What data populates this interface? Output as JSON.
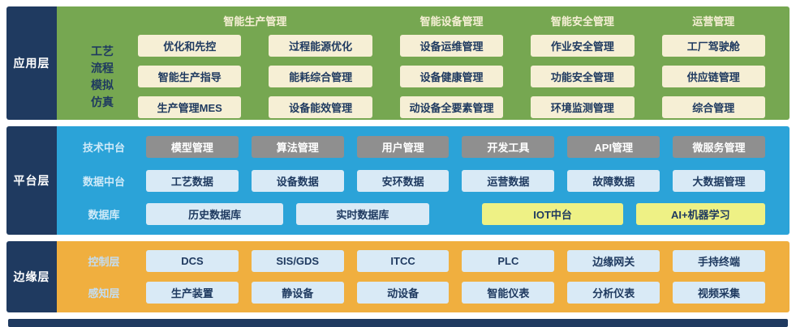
{
  "layers": {
    "app": {
      "label": "应用层",
      "headers": [
        {
          "text": "智能生产管理",
          "span": 2
        },
        {
          "text": "智能设备管理",
          "span": 1
        },
        {
          "text": "智能安全管理",
          "span": 1
        },
        {
          "text": "运营管理",
          "span": 1
        }
      ],
      "side_label_lines": [
        "工艺",
        "流程",
        "模拟",
        "仿真"
      ],
      "rows": [
        [
          "优化和先控",
          "过程能源优化",
          "设备运维管理",
          "作业安全管理",
          "工厂驾驶舱"
        ],
        [
          "智能生产指导",
          "能耗综合管理",
          "设备健康管理",
          "功能安全管理",
          "供应链管理"
        ],
        [
          "生产管理MES",
          "设备能效管理",
          "动设备全要素管理",
          "环境监测管理",
          "综合管理"
        ]
      ]
    },
    "platform": {
      "label": "平台层",
      "rows": [
        {
          "label": "技术中台",
          "items": [
            {
              "text": "模型管理",
              "style": "gray",
              "flex": 1
            },
            {
              "text": "算法管理",
              "style": "gray",
              "flex": 1
            },
            {
              "text": "用户管理",
              "style": "gray",
              "flex": 1
            },
            {
              "text": "开发工具",
              "style": "gray",
              "flex": 1
            },
            {
              "text": "API管理",
              "style": "gray",
              "flex": 1
            },
            {
              "text": "微服务管理",
              "style": "gray",
              "flex": 1
            }
          ]
        },
        {
          "label": "数据中台",
          "items": [
            {
              "text": "工艺数据",
              "style": "light",
              "flex": 1
            },
            {
              "text": "设备数据",
              "style": "light",
              "flex": 1
            },
            {
              "text": "安环数据",
              "style": "light",
              "flex": 1
            },
            {
              "text": "运营数据",
              "style": "light",
              "flex": 1
            },
            {
              "text": "故障数据",
              "style": "light",
              "flex": 1
            },
            {
              "text": "大数据管理",
              "style": "light",
              "flex": 1
            }
          ]
        },
        {
          "label": "数据库",
          "items": [
            {
              "text": "历史数据库",
              "style": "light",
              "flex": 1.7
            },
            {
              "text": "实时数据库",
              "style": "light",
              "flex": 1.64
            },
            {
              "spacer": true,
              "flex": 0.34
            },
            {
              "text": "IOT中台",
              "style": "yellow",
              "flex": 1.74
            },
            {
              "text": "AI+机器学习",
              "style": "yellow",
              "flex": 1.6
            }
          ]
        }
      ]
    },
    "edge": {
      "label": "边缘层",
      "rows": [
        {
          "label": "控制层",
          "items": [
            {
              "text": "DCS",
              "style": "light",
              "flex": 1
            },
            {
              "text": "SIS/GDS",
              "style": "light",
              "flex": 1
            },
            {
              "text": "ITCC",
              "style": "light",
              "flex": 1
            },
            {
              "text": "PLC",
              "style": "light",
              "flex": 1
            },
            {
              "text": "边缘网关",
              "style": "light",
              "flex": 1
            },
            {
              "text": "手持终端",
              "style": "light",
              "flex": 1
            }
          ]
        },
        {
          "label": "感知层",
          "items": [
            {
              "text": "生产装置",
              "style": "light",
              "flex": 1
            },
            {
              "text": "静设备",
              "style": "light",
              "flex": 1
            },
            {
              "text": "动设备",
              "style": "light",
              "flex": 1
            },
            {
              "text": "智能仪表",
              "style": "light",
              "flex": 1
            },
            {
              "text": "分析仪表",
              "style": "light",
              "flex": 1
            },
            {
              "text": "视频采集",
              "style": "light",
              "flex": 1
            }
          ]
        }
      ]
    }
  },
  "colors": {
    "navy": "#1f3a60",
    "green": "#76a751",
    "blue": "#2ba3d8",
    "orange": "#f0af3f",
    "cream_box": "#f6efd5",
    "gray_box": "#8f8f8f",
    "light_box": "#d9eaf6",
    "yellow_box": "#eef185"
  }
}
